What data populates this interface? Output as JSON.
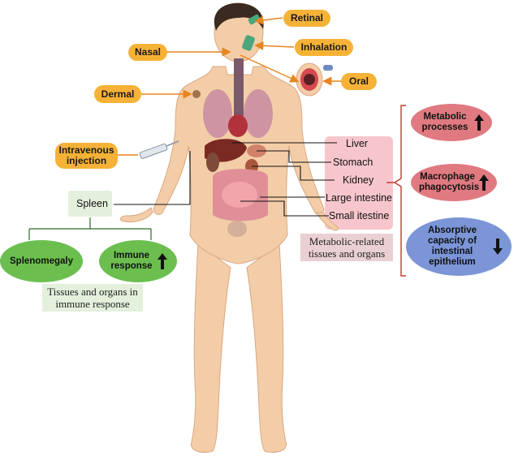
{
  "routes": {
    "retinal": "Retinal",
    "inhalation": "Inhalation",
    "nasal": "Nasal",
    "oral": "Oral",
    "dermal": "Dermal",
    "intravenous": "Intravenous injection"
  },
  "organs": [
    "Liver",
    "Stomach",
    "Kidney",
    "Large intestine",
    "Small itestine"
  ],
  "spleen": "Spleen",
  "metabolic_group_label": "Metabolic-related tissues and organs",
  "immune_group_label": "Tissues and organs in immune response",
  "immune_effects": {
    "splenomegaly": "Splenomegaly",
    "immune_response": "Immune response"
  },
  "metabolic_effects": {
    "metabolic_processes": "Metabolic processes",
    "macrophage": "Macrophage phagocytosis",
    "absorptive": "Absorptive capacity of intestinal epithelium"
  },
  "colors": {
    "route_pill": "#f5b237",
    "route_arrow": "#e8851f",
    "metabolic_box": "#f7c6cc",
    "immune_box": "#e4f0dc",
    "green_ellipse": "#6cbf4f",
    "red_ellipse": "#e07a80",
    "blue_ellipse": "#7b95d6",
    "bracket": "#c0392b",
    "skin": "#f3cda7"
  }
}
